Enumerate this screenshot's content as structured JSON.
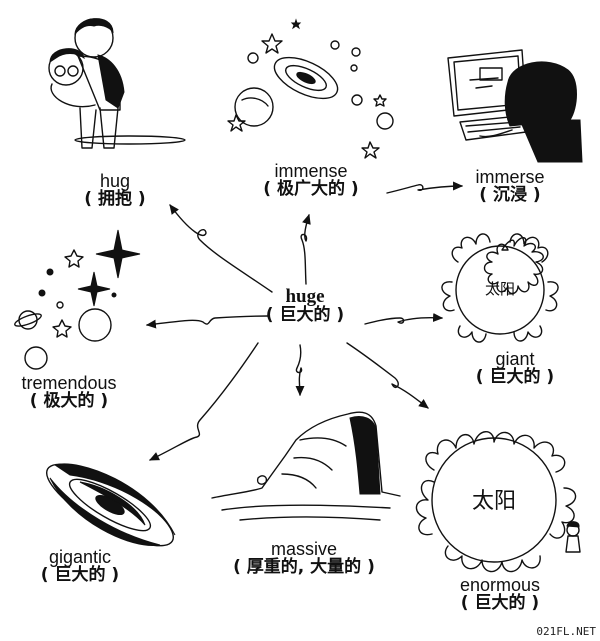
{
  "center": {
    "en": "huge",
    "zh": "( 巨大的 )"
  },
  "words": {
    "hug": {
      "en": "hug",
      "zh": "( 拥抱 )"
    },
    "immense": {
      "en": "immense",
      "zh": "( 极广大的 )"
    },
    "immerse": {
      "en": "immerse",
      "zh": "( 沉浸 )"
    },
    "tremendous": {
      "en": "tremendous",
      "zh": "( 极大的 )"
    },
    "giant": {
      "en": "giant",
      "zh": "( 巨大的 )"
    },
    "gigantic": {
      "en": "gigantic",
      "zh": "( 巨大的 )"
    },
    "massive": {
      "en": "massive",
      "zh": "( 厚重的, 大量的 )"
    },
    "enormous": {
      "en": "enormous",
      "zh": "( 巨大的 )"
    }
  },
  "sun_labels": {
    "giant": "太阳",
    "enormous": "太阳"
  },
  "icons": [
    "hugging-couple-icon",
    "galaxy-planets-icon",
    "boy-at-computer-icon",
    "starry-sky-icon",
    "sun-icon",
    "spiral-galaxy-icon",
    "rock-cliff-icon",
    "large-sun-icon"
  ],
  "watermark": "021FL.NET"
}
